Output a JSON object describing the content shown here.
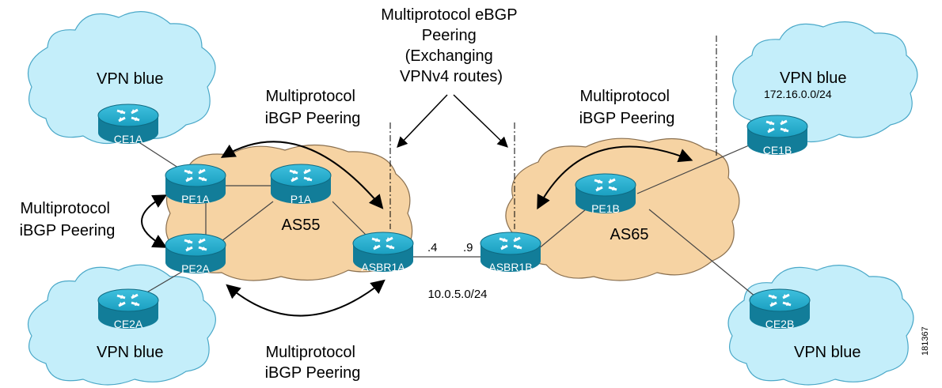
{
  "colors": {
    "vpn_cloud": "#c4eefa",
    "as_cloud": "#f6d3a3",
    "router": "#1fa3c4",
    "router_dark": "#127d99"
  },
  "labels": {
    "ebgp": [
      "Multiprotocol eBGP",
      "Peering",
      "(Exchanging",
      "VPNv4 routes)"
    ],
    "ibgp_top_left": [
      "Multiprotocol",
      "iBGP Peering"
    ],
    "ibgp_top_right": [
      "Multiprotocol",
      "iBGP Peering"
    ],
    "ibgp_left": [
      "Multiprotocol",
      "iBGP Peering"
    ],
    "ibgp_bottom": [
      "Multiprotocol",
      "iBGP Peering"
    ],
    "as_left": "AS55",
    "as_right": "AS65",
    "vpn_tl": "VPN blue",
    "vpn_bl": "VPN blue",
    "vpn_tr": "VPN blue",
    "vpn_br": "VPN blue",
    "prefix_tr": "172.16.0.0/24",
    "link_subnet": "10.0.5.0/24",
    "ip_left": ".4",
    "ip_right": ".9",
    "figure_id": "181367"
  },
  "routers": {
    "ce1a": "CE1A",
    "ce2a": "CE2A",
    "pe1a": "PE1A",
    "pe2a": "PE2A",
    "p1a": "P1A",
    "asbr1a": "ASBR1A",
    "asbr1b": "ASBR1B",
    "pe1b": "PE1B",
    "ce1b": "CE1B",
    "ce2b": "CE2B"
  }
}
